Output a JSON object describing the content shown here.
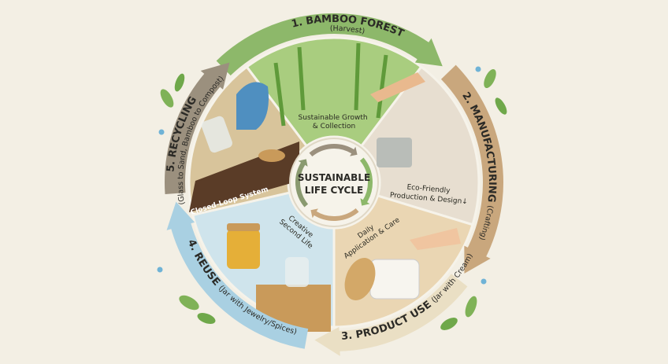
{
  "center": {
    "line1": "SUSTAINABLE",
    "line2": "LIFE CYCLE"
  },
  "segments": [
    {
      "id": "bamboo-forest",
      "title": "1. BAMBOO FOREST",
      "subtitle": "(Harvest)",
      "caption_line1": "Sustainable Growth",
      "caption_line2": "& Collection",
      "arrow_color": "#8db86a",
      "wedge_color": "#a9cd7f"
    },
    {
      "id": "manufacturing",
      "title": "2. MANUFACTURING",
      "subtitle": "(Crafting)",
      "caption_line1": "Eco-Friendly",
      "caption_line2": "Production & Design↓",
      "arrow_color": "#c9a77d",
      "wedge_color": "#e7ded0"
    },
    {
      "id": "product-use",
      "title": "3. PRODUCT USE",
      "subtitle": "(Jar with Cream)",
      "caption_line1": "Daily",
      "caption_line2": "Application & Care",
      "arrow_color": "#eadfc4",
      "wedge_color": "#ead6b3"
    },
    {
      "id": "reuse",
      "title": "4. REUSE",
      "subtitle": "(Jar with Jewelry/Spices)",
      "caption_line1": "Creative",
      "caption_line2": "Second Life",
      "arrow_color": "#a9d0e2",
      "wedge_color": "#cfe4ec"
    },
    {
      "id": "recycling",
      "title": "5. RECYCLING",
      "subtitle": "(Glass to Sand, Bamboo to Compost)",
      "caption_line1": "Closed-Loop System",
      "caption_line2": "",
      "arrow_color": "#9b907e",
      "wedge_color": "#d8c49b"
    }
  ],
  "colors": {
    "background": "#f3efe4",
    "soil": "#5a3c27",
    "water": "#6fb3d6",
    "leaf": "#6fa84a"
  }
}
